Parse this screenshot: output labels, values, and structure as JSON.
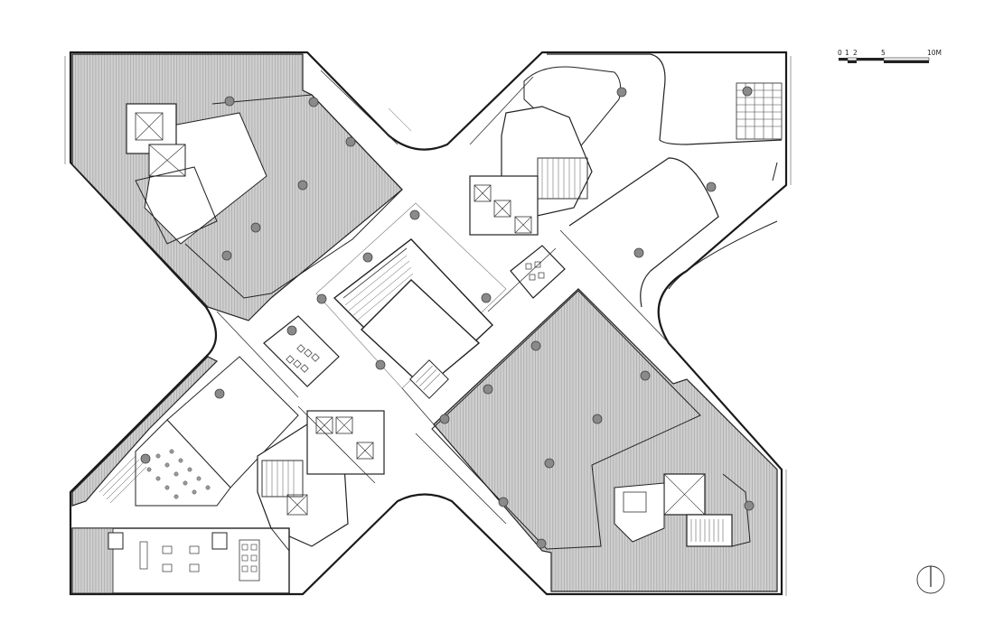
{
  "scale_bar": {
    "labels": [
      "0",
      "1",
      "2",
      "5",
      "10M"
    ]
  },
  "north_arrow": {
    "icon": "north-arrow-icon"
  },
  "colors": {
    "hatch_fill": "#cfcfcf",
    "hatch_line": "#9a9a9a",
    "line": "#222222",
    "column": "#8a8a8a",
    "background": "#ffffff"
  }
}
